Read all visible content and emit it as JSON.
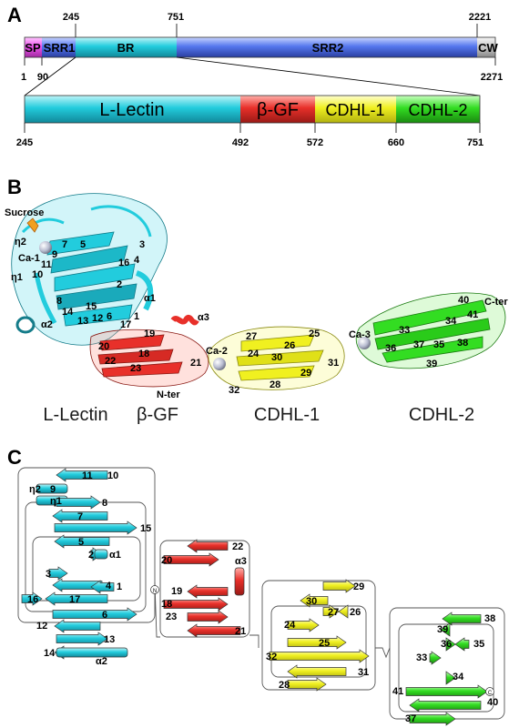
{
  "panel_labels": {
    "a": "A",
    "b": "B",
    "c": "C"
  },
  "colors": {
    "sp": "#ee55ee",
    "srr": "#5577ee",
    "cyan": "#22ccdd",
    "red": "#e8302a",
    "yellow": "#f0f020",
    "green": "#33dd22",
    "cw": "#bbbbbb"
  },
  "panel_a": {
    "top_bar": {
      "segments": [
        {
          "label": "SP",
          "color": "#ee55ee"
        },
        {
          "label": "SRR1",
          "color": "#5577ee"
        },
        {
          "label": "BR",
          "color": "#22ccdd"
        },
        {
          "label": "SRR2",
          "color": "#5577ee"
        },
        {
          "label": "CW",
          "color": "#bbbbbb"
        }
      ],
      "top_ticks": [
        "245",
        "751",
        "2221"
      ],
      "bottom_ticks": [
        "1",
        "90",
        "2271"
      ]
    },
    "domain_bar": {
      "segments": [
        {
          "label": "L-Lectin",
          "color": "#22ccdd"
        },
        {
          "label": "β-GF",
          "color": "#e8302a"
        },
        {
          "label": "CDHL-1",
          "color": "#f0f020"
        },
        {
          "label": "CDHL-2",
          "color": "#33dd22"
        }
      ],
      "ticks": [
        "245",
        "492",
        "572",
        "660",
        "751"
      ]
    }
  },
  "panel_b": {
    "domain_labels": [
      "L-Lectin",
      "β-GF",
      "CDHL-1",
      "CDHL-2"
    ],
    "annotations": {
      "sucrose": "Sucrose",
      "ca1": "Ca-1",
      "ca2": "Ca-2",
      "ca3": "Ca-3",
      "nter": "N-ter",
      "cter": "C-ter",
      "eta1": "η1",
      "eta2": "η2",
      "alpha1": "α1",
      "alpha2": "α2",
      "alpha3": "α3"
    },
    "strand_numbers": {
      "lectin": [
        "3",
        "5",
        "7",
        "9",
        "11",
        "16",
        "4",
        "2",
        "10",
        "8",
        "15",
        "14",
        "13",
        "12",
        "6",
        "17",
        "1"
      ],
      "bgf": [
        "19",
        "20",
        "18",
        "22",
        "23",
        "21"
      ],
      "cdhl1": [
        "27",
        "25",
        "24",
        "26",
        "30",
        "31",
        "29",
        "28",
        "32"
      ],
      "cdhl2": [
        "40",
        "41",
        "34",
        "33",
        "36",
        "37",
        "35",
        "38",
        "39"
      ]
    }
  },
  "panel_c": {
    "cyan_strands": [
      "11",
      "10",
      "9",
      "η2",
      "η1",
      "8",
      "7",
      "15",
      "5",
      "2",
      "α1",
      "3",
      "N",
      "4",
      "1",
      "16",
      "17",
      "6",
      "12",
      "13",
      "14",
      "α2"
    ],
    "red_strands": [
      "22",
      "20",
      "α3",
      "19",
      "18",
      "23",
      "21"
    ],
    "yellow_strands": [
      "29",
      "30",
      "27",
      "26",
      "24",
      "25",
      "32",
      "31",
      "28"
    ],
    "green_strands": [
      "38",
      "39",
      "36",
      "35",
      "33",
      "34",
      "41",
      "C",
      "40",
      "37"
    ]
  }
}
